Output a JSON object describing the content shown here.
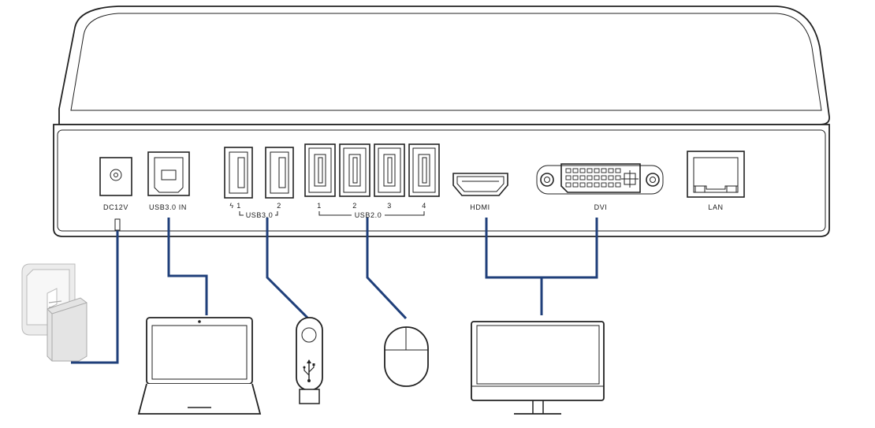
{
  "dock": {
    "ports": {
      "dc": "DC12V",
      "usb_in": "USB3.0 IN",
      "usb3_group": "USB3.0",
      "usb3_port1": "1",
      "usb3_port2": "2",
      "usb2_group": "USB2.0",
      "usb2_port1": "1",
      "usb2_port2": "2",
      "usb2_port3": "3",
      "usb2_port4": "4",
      "hdmi": "HDMI",
      "dvi": "DVI",
      "lan": "LAN"
    },
    "charge_symbol": "ϟ"
  },
  "colors": {
    "cable": "#1f3f7a",
    "outline": "#222222",
    "top_panel": "#ffffff",
    "power_adapter": "#e6e6e6"
  },
  "devices": [
    "power-adapter-icon",
    "laptop-icon",
    "usb-flash-drive-icon",
    "mouse-icon",
    "monitor-icon"
  ]
}
